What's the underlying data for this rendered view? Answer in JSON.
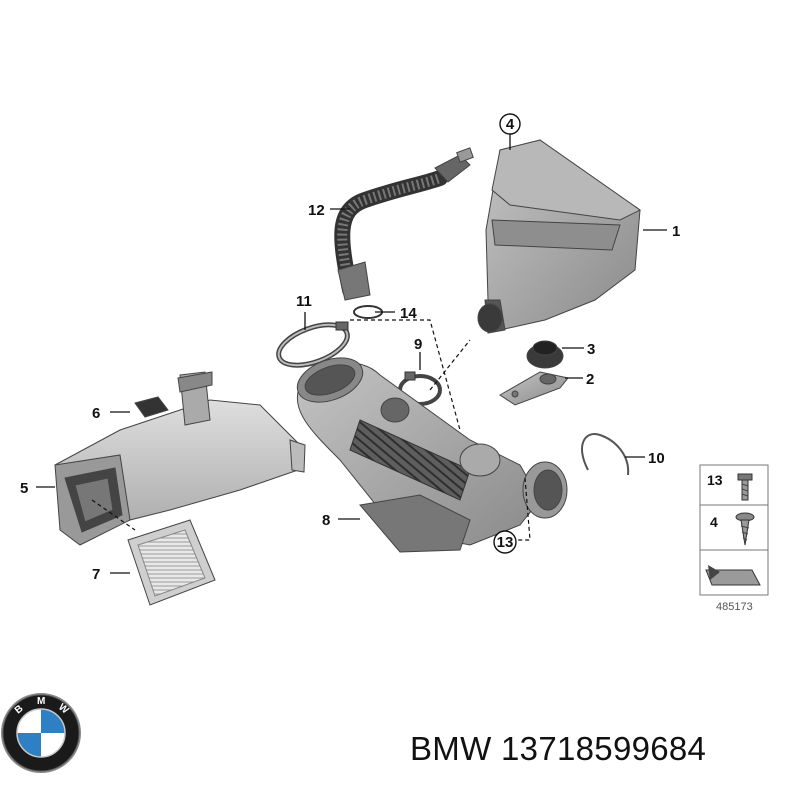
{
  "callouts": {
    "c1": "1",
    "c2": "2",
    "c3": "3",
    "c4": "4",
    "c5": "5",
    "c6": "6",
    "c7": "7",
    "c8": "8",
    "c9": "9",
    "c10": "10",
    "c11": "11",
    "c12": "12",
    "c13": "13",
    "c14": "14"
  },
  "legend": {
    "item1": "13",
    "item2": "4",
    "code": "485173"
  },
  "logo": {
    "letters": "BMW",
    "colors": {
      "blue": "#2f7fc4",
      "white": "#ffffff",
      "ring": "#1a1a1a"
    }
  },
  "caption": {
    "brand": "BMW",
    "part_number": "13718599684"
  }
}
